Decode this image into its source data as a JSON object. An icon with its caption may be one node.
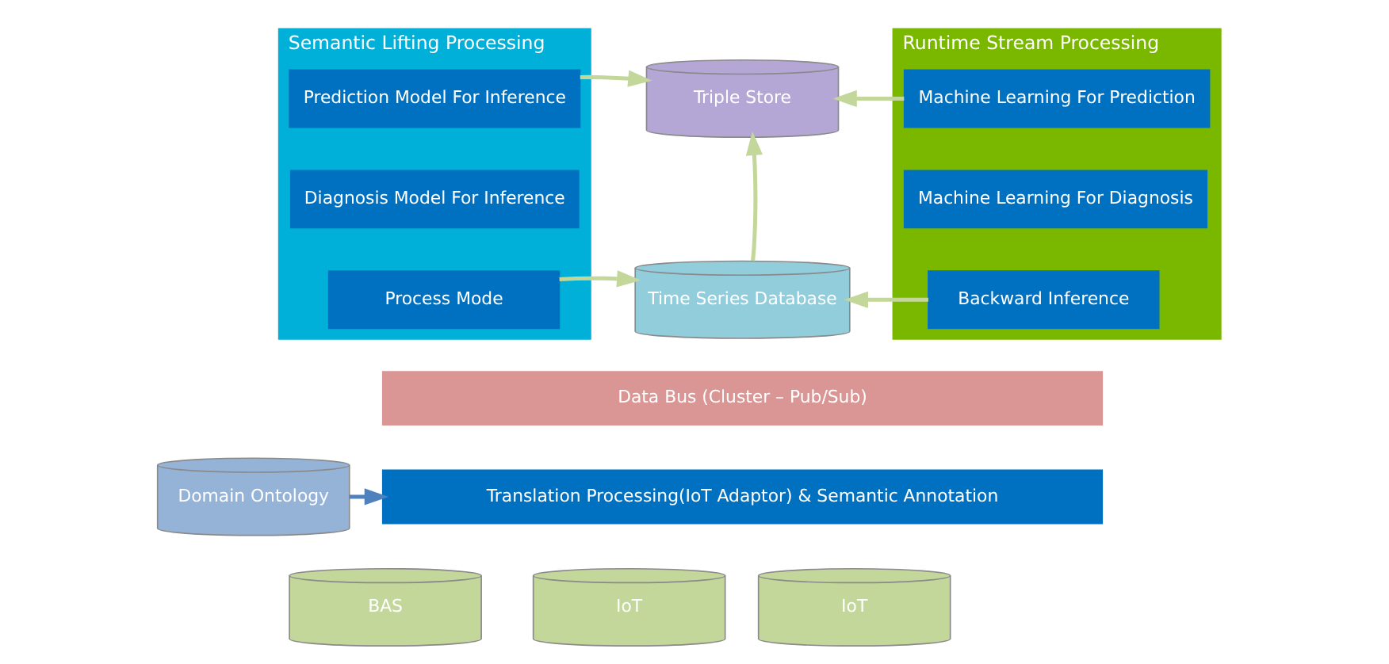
{
  "diagram": {
    "nodes": [
      {
        "text": [
          "Semantic Lifting Processing"
        ]
      },
      {
        "text": [
          "Runtime Stream Processing"
        ]
      },
      {
        "text": [
          "Prediction Model For Inference"
        ],
        "in": 0
      },
      {
        "text": [
          "Diagnosis Model For Inference"
        ],
        "in": 0
      },
      {
        "text": [
          "Process Mode"
        ],
        "in": 0
      },
      {
        "text": [
          "Triple Store"
        ]
      },
      {
        "text": [
          "Time Series Database"
        ]
      },
      {
        "text": [
          "Machine Learning For Prediction"
        ],
        "in": 1
      },
      {
        "text": [
          "Machine Learning For Diagnosis"
        ],
        "in": 1
      },
      {
        "text": [
          "Backward Inference"
        ],
        "in": 1
      },
      {
        "text": [
          "Data Bus (Cluster – Pub/Sub)"
        ]
      },
      {
        "text": [
          "Translation Processing(IoT Adaptor) & Semantic Annotation"
        ]
      },
      {
        "text": [
          "Domain Ontology"
        ]
      },
      {
        "text": [
          "BAS"
        ]
      },
      {
        "text": [
          "IoT"
        ]
      },
      {
        "text": [
          "IoT"
        ]
      }
    ],
    "edges": [
      {
        "from": 2,
        "to": 5,
        "arrow": "to"
      },
      {
        "from": 4,
        "to": 6,
        "arrow": "to"
      },
      {
        "from": 6,
        "to": 5,
        "arrow": "to"
      },
      {
        "from": 7,
        "to": 5,
        "arrow": "to"
      },
      {
        "from": 9,
        "to": 6,
        "arrow": "to"
      },
      {
        "from": 12,
        "to": 11,
        "arrow": "to",
        "color": "#4f81bd"
      }
    ]
  }
}
